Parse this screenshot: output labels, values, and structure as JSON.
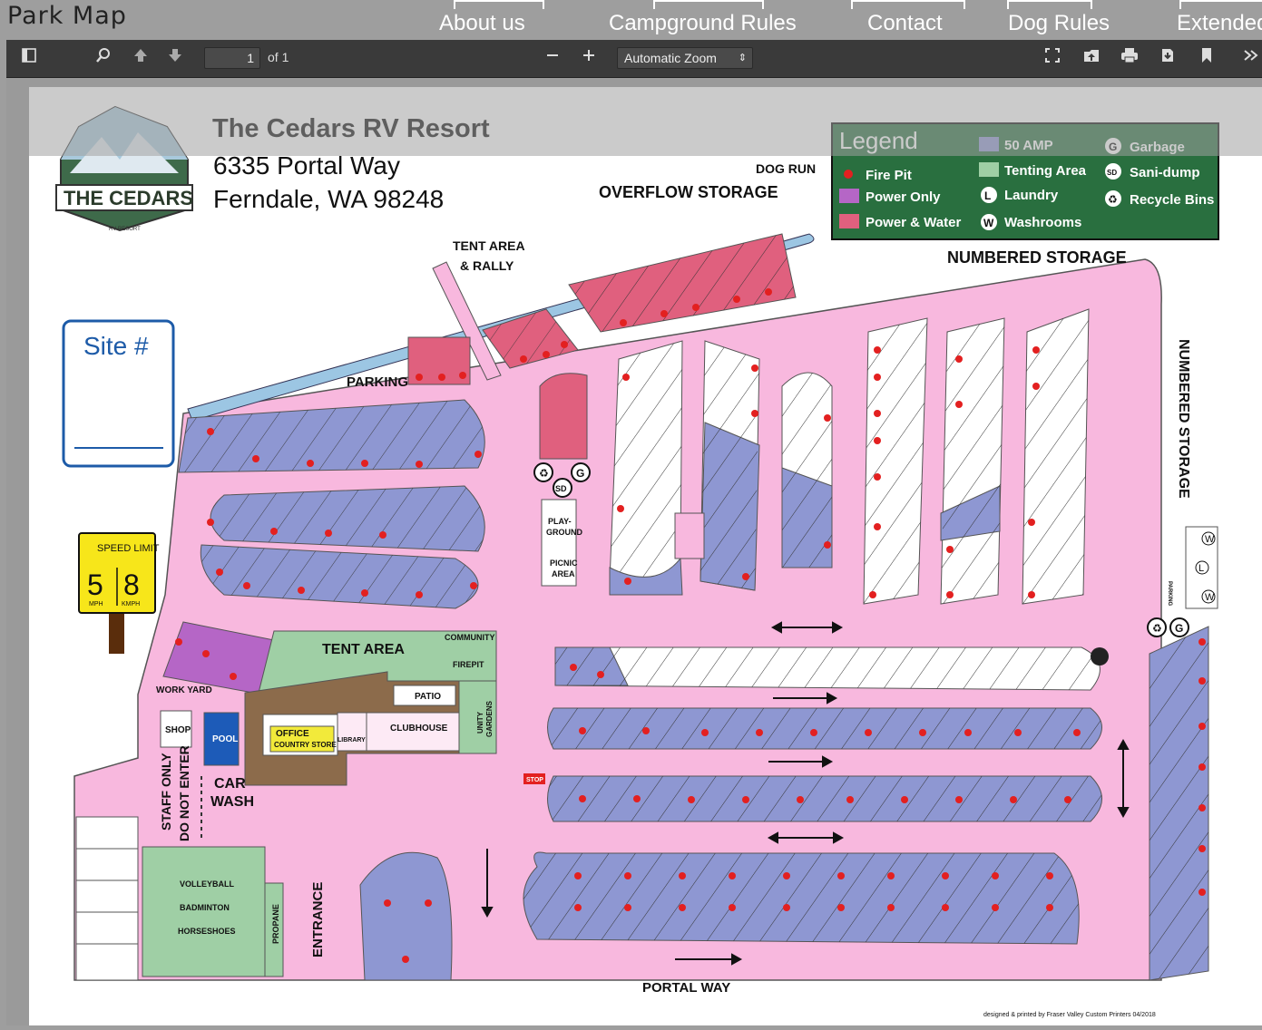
{
  "header": {
    "title": "Park Map"
  },
  "nav": {
    "items": [
      "About us",
      "Campground Rules",
      "Contact",
      "Dog Rules",
      "Extended"
    ]
  },
  "toolbar": {
    "page_current": "1",
    "page_of": "of 1",
    "zoom": "Automatic Zoom"
  },
  "icons": [
    "sidebar-toggle-icon",
    "search-icon",
    "previous-page-icon",
    "next-page-icon",
    "zoom-out-icon",
    "zoom-in-icon",
    "presentation-mode-icon",
    "open-file-icon",
    "print-icon",
    "download-icon",
    "bookmark-icon",
    "more-tools-icon"
  ],
  "map": {
    "resort_name": "The Cedars RV Resort",
    "address_line1": "6335 Portal Way",
    "address_line2": "Ferndale, WA 98248",
    "logo_text": "THE CEDARS",
    "logo_sub": "RV RESORT",
    "site_label": "Site #",
    "speed_limit": {
      "label": "SPEED LIMIT",
      "mph": "5",
      "kmph": "8",
      "unit_mph": "MPH",
      "unit_kmph": "KMPH"
    },
    "legend": {
      "title": "Legend",
      "items": [
        "Fire Pit",
        "Power Only",
        "Power & Water",
        "50 AMP",
        "Tenting Area",
        "Laundry",
        "Washrooms",
        "Garbage",
        "Sani-dump",
        "Recycle Bins"
      ]
    },
    "labels": {
      "dog_run": "DOG RUN",
      "overflow": "OVERFLOW STORAGE",
      "numbered_storage": "NUMBERED STORAGE",
      "numbered_storage_side": "NUMBERED STORAGE",
      "tent_rally_1": "TENT AREA",
      "tent_rally_2": "& RALLY",
      "parking": "PARKING",
      "playground_1": "PLAY-",
      "playground_2": "GROUND",
      "picnic_1": "PICNIC",
      "picnic_2": "AREA",
      "tent_area": "TENT AREA",
      "community_1": "COMMUNITY",
      "community_2": "FIREPIT",
      "patio": "PATIO",
      "clubhouse": "CLUBHOUSE",
      "unity_1": "UNITY",
      "unity_2": "GARDENS",
      "office": "OFFICE",
      "country_store": "COUNTRY STORE",
      "library": "LIBRARY",
      "workyard": "WORK YARD",
      "shop": "SHOP",
      "pool": "POOL",
      "car": "CAR",
      "wash": "WASH",
      "staff_only": "STAFF ONLY",
      "do_not_enter": "DO NOT ENTER",
      "volleyball": "VOLLEYBALL",
      "badminton": "BADMINTON",
      "horseshoes": "HORSESHOES",
      "propane": "PROPANE",
      "entrance": "ENTRANCE",
      "portal_way": "PORTAL WAY",
      "stop": "STOP",
      "parking_small": "PARKING",
      "credit": "designed & printed by Fraser Valley Custom Printers  04/2018"
    }
  }
}
